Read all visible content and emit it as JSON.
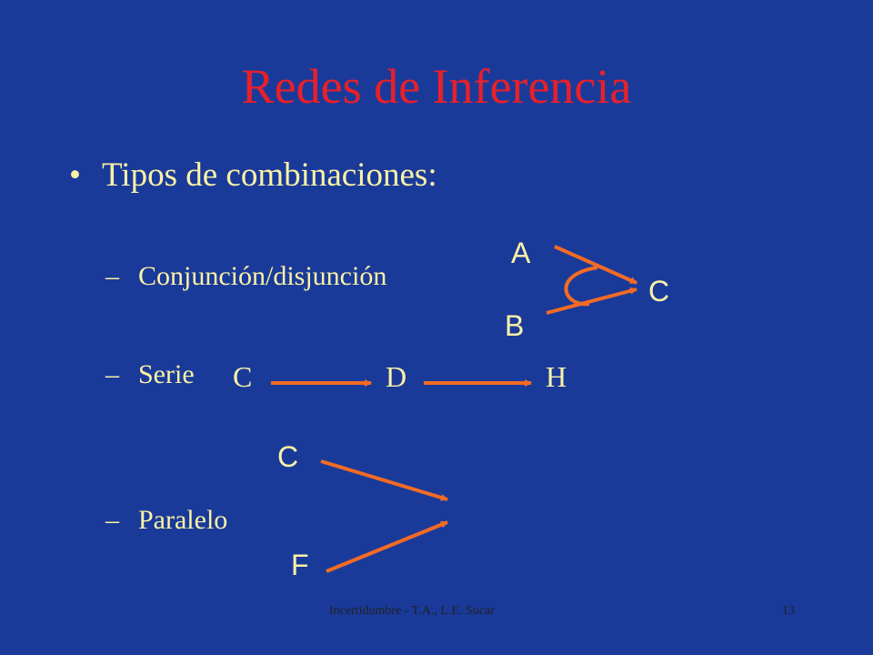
{
  "colors": {
    "background": "#1a3a9a",
    "title": "#e8202a",
    "text": "#fbf2a5",
    "arrow": "#f46b24",
    "footer": "#202020"
  },
  "title": "Redes de Inferencia",
  "bullet": {
    "marker": "•",
    "text": "Tipos de combinaciones:"
  },
  "sections": {
    "conjuncion": {
      "dash": "–",
      "label": "Conjunción/disjunción",
      "nodes": {
        "a": "A",
        "b": "B",
        "c": "C"
      }
    },
    "serie": {
      "dash": "–",
      "label": "Serie",
      "nodes": {
        "c": "C",
        "d": "D",
        "h": "H"
      }
    },
    "paralelo": {
      "dash": "–",
      "label": "Paralelo",
      "nodes": {
        "c": "C",
        "f": "F"
      }
    }
  },
  "footer": {
    "left": "Incertidumbre - T.A., L.E. Sucar",
    "page": "13"
  }
}
